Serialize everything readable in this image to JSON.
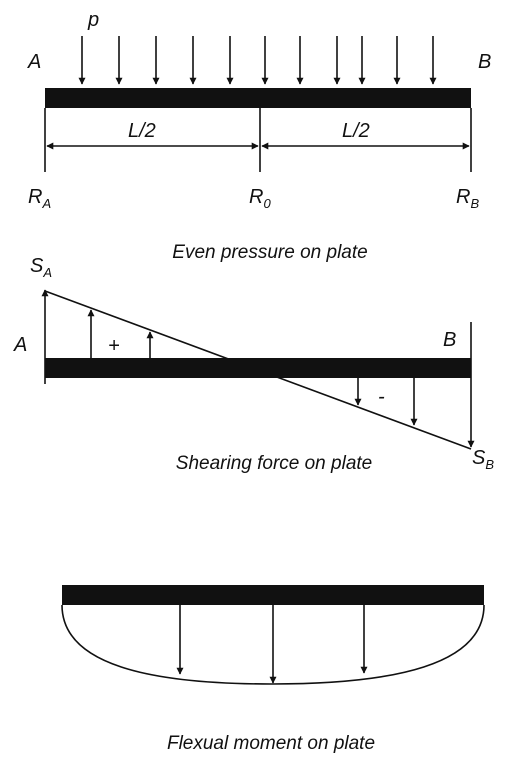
{
  "panel_load": {
    "load_label": "p",
    "end_left": "A",
    "end_right": "B",
    "half_left": "L/2",
    "half_right": "L/2",
    "reaction_left": {
      "main": "R",
      "sub": "A"
    },
    "reaction_mid": {
      "main": "R",
      "sub": "0"
    },
    "reaction_right": {
      "main": "R",
      "sub": "B"
    },
    "caption": "Even pressure on plate"
  },
  "panel_shear": {
    "shear_left": {
      "main": "S",
      "sub": "A"
    },
    "shear_right": {
      "main": "S",
      "sub": "B"
    },
    "end_left": "A",
    "end_right": "B",
    "sign_positive": "+",
    "sign_negative": "-",
    "caption": "Shearing force on plate"
  },
  "panel_moment": {
    "caption": "Flexual moment on plate"
  }
}
